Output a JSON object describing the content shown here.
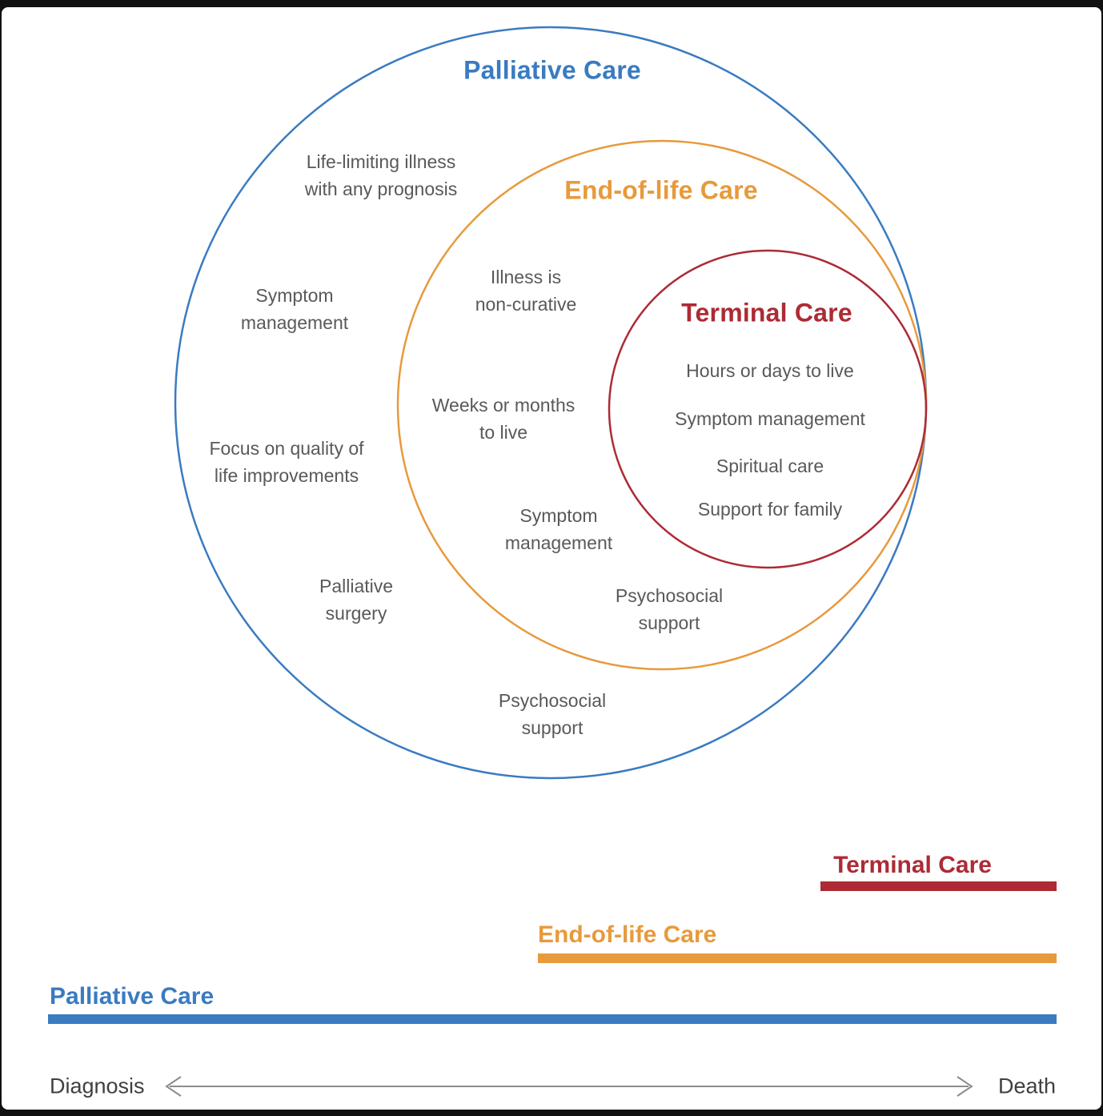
{
  "colors": {
    "palliative": "#3a7bc1",
    "endoflife": "#e79a3c",
    "terminal": "#ac2b35"
  },
  "diagram": {
    "circles": [
      {
        "title": "Palliative Care",
        "items": [
          "Life-limiting illness\nwith any prognosis",
          "Symptom\nmanagement",
          "Focus on quality of\nlife improvements",
          "Palliative\nsurgery",
          "Psychosocial\nsupport"
        ]
      },
      {
        "title": "End-of-life Care",
        "items": [
          "Illness is\nnon-curative",
          "Weeks or months\nto live",
          "Symptom\nmanagement",
          "Psychosocial\nsupport"
        ]
      },
      {
        "title": "Terminal Care",
        "items": [
          "Hours or days to live",
          "Symptom management",
          "Spiritual care",
          "Support for family"
        ]
      }
    ]
  },
  "timeline": {
    "bars": [
      {
        "label": "Terminal Care"
      },
      {
        "label": "End-of-life Care"
      },
      {
        "label": "Palliative Care"
      }
    ],
    "axis": {
      "start": "Diagnosis",
      "end": "Death"
    }
  }
}
